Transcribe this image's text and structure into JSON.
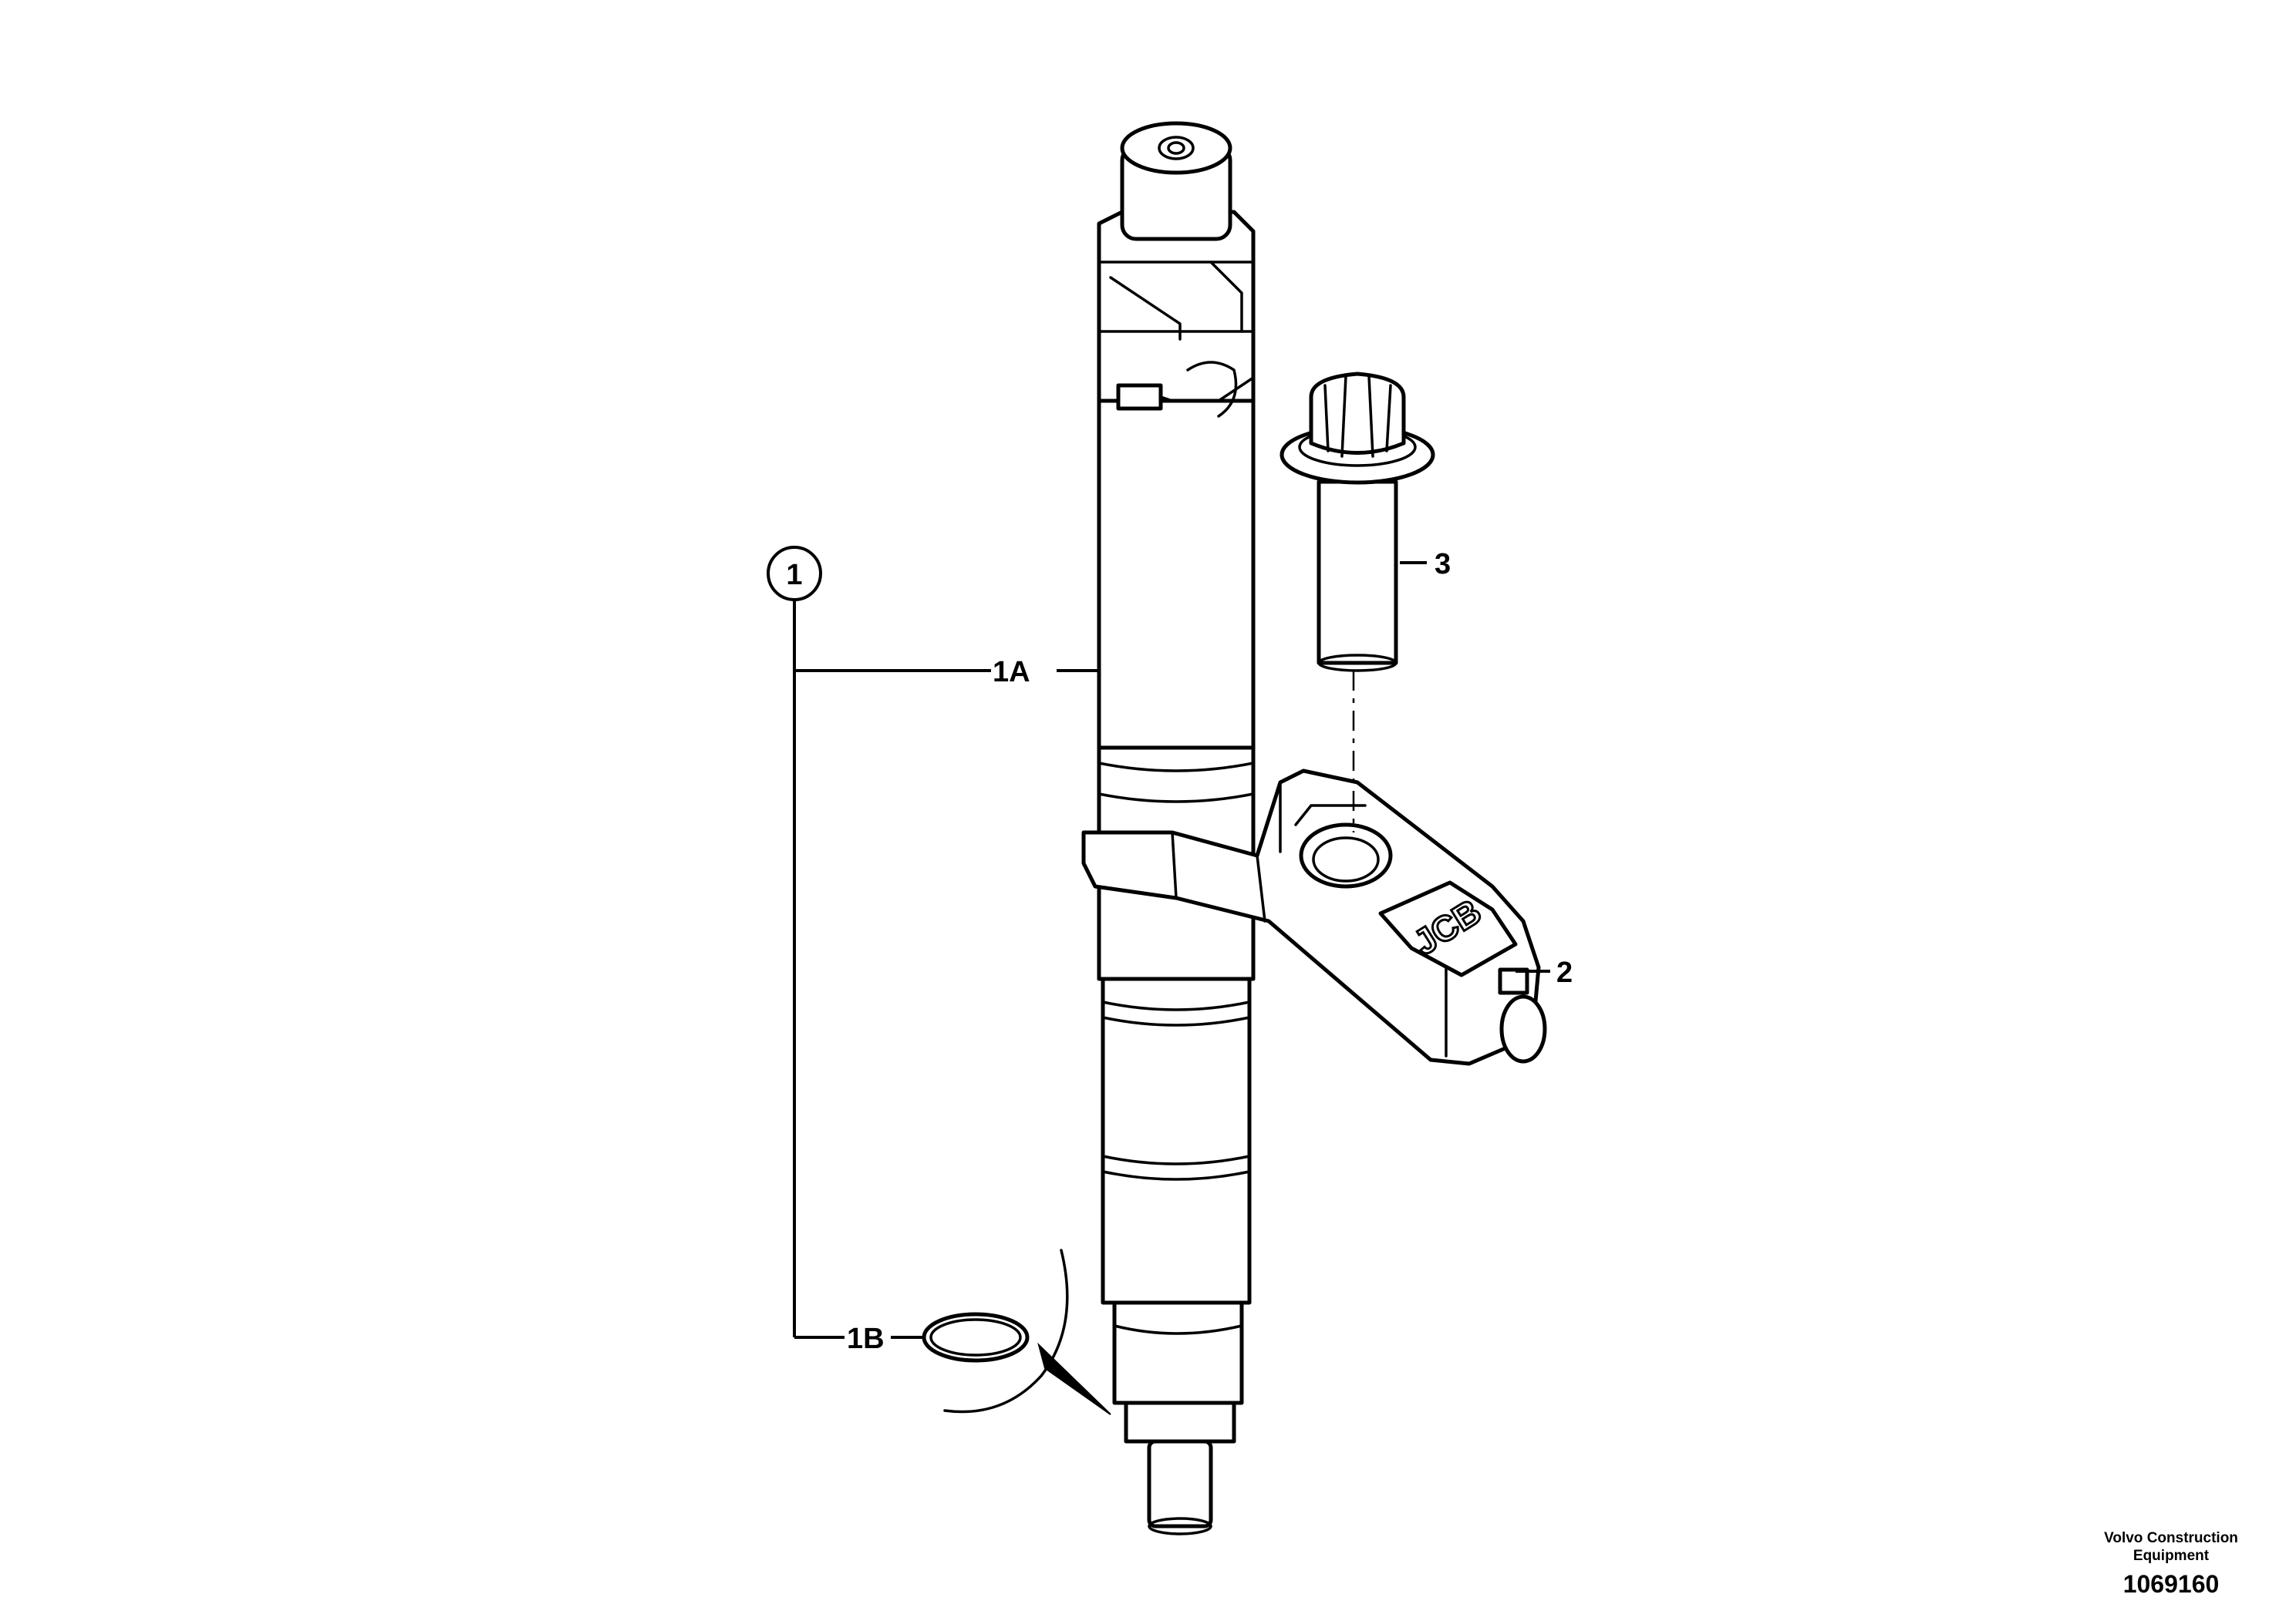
{
  "labels": {
    "item_1": "1",
    "item_1a": "1A",
    "item_1b": "1B",
    "item_2": "2",
    "item_3": "3"
  },
  "logo": {
    "text": "JCB"
  },
  "credit": {
    "line1": "Volvo Construction",
    "line2": "Equipment"
  },
  "drawing_number": "1069160",
  "colors": {
    "ink": "#000000",
    "paper": "#ffffff"
  }
}
